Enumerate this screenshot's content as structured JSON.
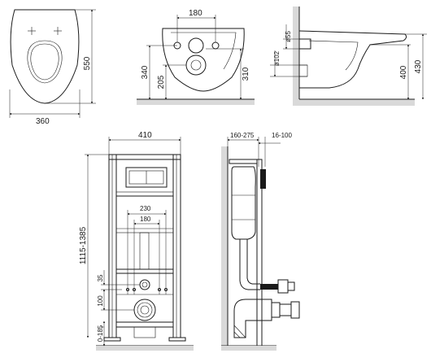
{
  "views": {
    "bowl_top": {
      "width_label": "360",
      "length_label": "550"
    },
    "bowl_back": {
      "spacing_label": "180",
      "height_a_label": "340",
      "height_b_label": "205",
      "height_c_label": "310"
    },
    "bowl_side": {
      "pipe_small_label": "ø55",
      "pipe_large_label": "ø102",
      "height_a_label": "400",
      "height_b_label": "430"
    },
    "frame_front": {
      "width_label": "410",
      "height_label": "1115-1385",
      "stud_outer_label": "230",
      "stud_inner_label": "180",
      "offset_label": "35",
      "outlet_label": "100",
      "foot_label": "0-185"
    },
    "frame_side": {
      "depth_label": "160-275",
      "button_label": "16-100"
    }
  }
}
